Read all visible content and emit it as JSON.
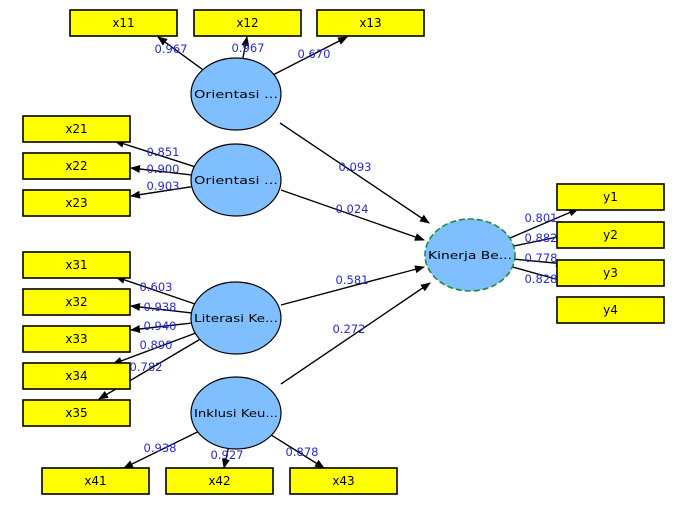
{
  "colors": {
    "indicator_fill": "#ffff00",
    "latent_fill": "#80bfff",
    "coefficient_text": "#2a2adb",
    "endogenous_outline": "#1f8a3a"
  },
  "latent_variables": [
    {
      "id": "lv1",
      "label": "Orientasi ..."
    },
    {
      "id": "lv2",
      "label": "Orientasi ..."
    },
    {
      "id": "lv3",
      "label": "Literasi Ke..."
    },
    {
      "id": "lv4",
      "label": "Inklusi Keu..."
    },
    {
      "id": "lv5",
      "label": "Kinerja Be..."
    }
  ],
  "indicators": [
    {
      "id": "x11",
      "label": "x11"
    },
    {
      "id": "x12",
      "label": "x12"
    },
    {
      "id": "x13",
      "label": "x13"
    },
    {
      "id": "x21",
      "label": "x21"
    },
    {
      "id": "x22",
      "label": "x22"
    },
    {
      "id": "x23",
      "label": "x23"
    },
    {
      "id": "x31",
      "label": "x31"
    },
    {
      "id": "x32",
      "label": "x32"
    },
    {
      "id": "x33",
      "label": "x33"
    },
    {
      "id": "x34",
      "label": "x34"
    },
    {
      "id": "x35",
      "label": "x35"
    },
    {
      "id": "x41",
      "label": "x41"
    },
    {
      "id": "x42",
      "label": "x42"
    },
    {
      "id": "x43",
      "label": "x43"
    },
    {
      "id": "y1",
      "label": "y1"
    },
    {
      "id": "y2",
      "label": "y2"
    },
    {
      "id": "y3",
      "label": "y3"
    },
    {
      "id": "y4",
      "label": "y4"
    }
  ],
  "outer_loadings": [
    {
      "from": "lv1",
      "to": "x11",
      "value": "0.967"
    },
    {
      "from": "lv1",
      "to": "x12",
      "value": "0.967"
    },
    {
      "from": "lv1",
      "to": "x13",
      "value": "0.670"
    },
    {
      "from": "lv2",
      "to": "x21",
      "value": "0.851"
    },
    {
      "from": "lv2",
      "to": "x22",
      "value": "0.900"
    },
    {
      "from": "lv2",
      "to": "x23",
      "value": "0.903"
    },
    {
      "from": "lv3",
      "to": "x31",
      "value": "0.603"
    },
    {
      "from": "lv3",
      "to": "x32",
      "value": "0.938"
    },
    {
      "from": "lv3",
      "to": "x33",
      "value": "0.940"
    },
    {
      "from": "lv3",
      "to": "x34",
      "value": "0.890"
    },
    {
      "from": "lv3",
      "to": "x35",
      "value": "0.782"
    },
    {
      "from": "lv4",
      "to": "x41",
      "value": "0.938"
    },
    {
      "from": "lv4",
      "to": "x42",
      "value": "0.927"
    },
    {
      "from": "lv4",
      "to": "x43",
      "value": "0.878"
    },
    {
      "from": "lv5",
      "to": "y1",
      "value": "0.801"
    },
    {
      "from": "lv5",
      "to": "y2",
      "value": "0.882"
    },
    {
      "from": "lv5",
      "to": "y3",
      "value": "0.778"
    },
    {
      "from": "lv5",
      "to": "y4",
      "value": "0.828"
    }
  ],
  "path_coefficients": [
    {
      "from": "lv1",
      "to": "lv5",
      "value": "0.093"
    },
    {
      "from": "lv2",
      "to": "lv5",
      "value": "0.024"
    },
    {
      "from": "lv3",
      "to": "lv5",
      "value": "0.581"
    },
    {
      "from": "lv4",
      "to": "lv5",
      "value": "0.272"
    }
  ]
}
